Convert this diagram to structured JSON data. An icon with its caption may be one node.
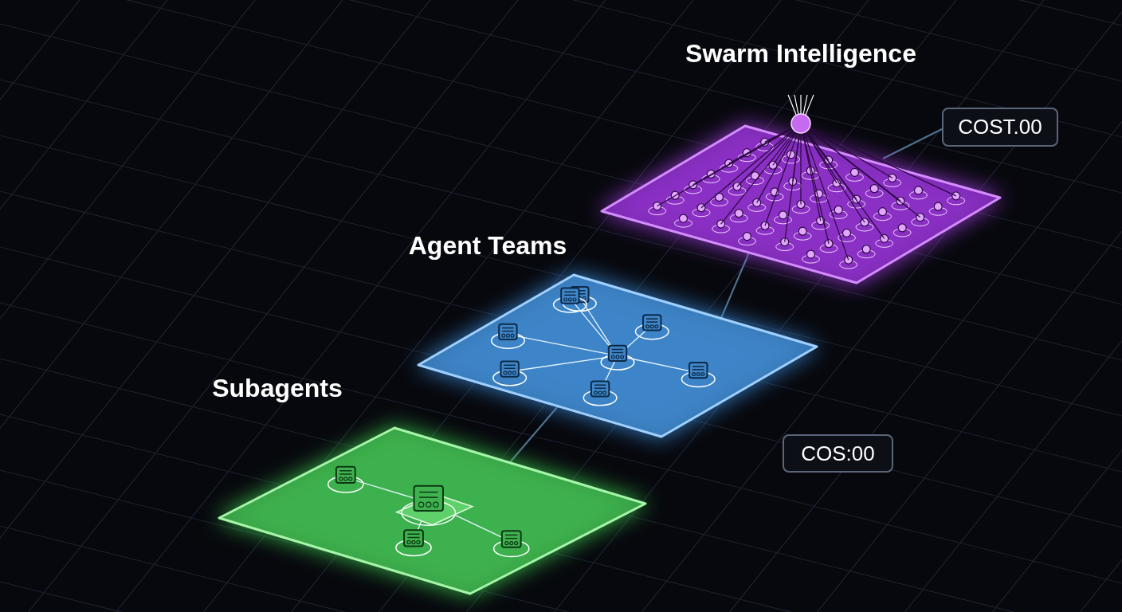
{
  "diagram": {
    "nodes": [
      {
        "text": [
          "Swarm Intelligence"
        ]
      },
      {
        "text": [
          "Agent Teams"
        ]
      },
      {
        "text": [
          "Subagents"
        ]
      },
      {
        "text": [
          "COST.00"
        ]
      },
      {
        "text": [
          "COS:00"
        ]
      }
    ],
    "edges": [
      {
        "from": 2,
        "to": 1,
        "arrow": "none"
      },
      {
        "from": 1,
        "to": 0,
        "arrow": "none"
      },
      {
        "from": 0,
        "to": 3,
        "arrow": "none"
      }
    ]
  }
}
